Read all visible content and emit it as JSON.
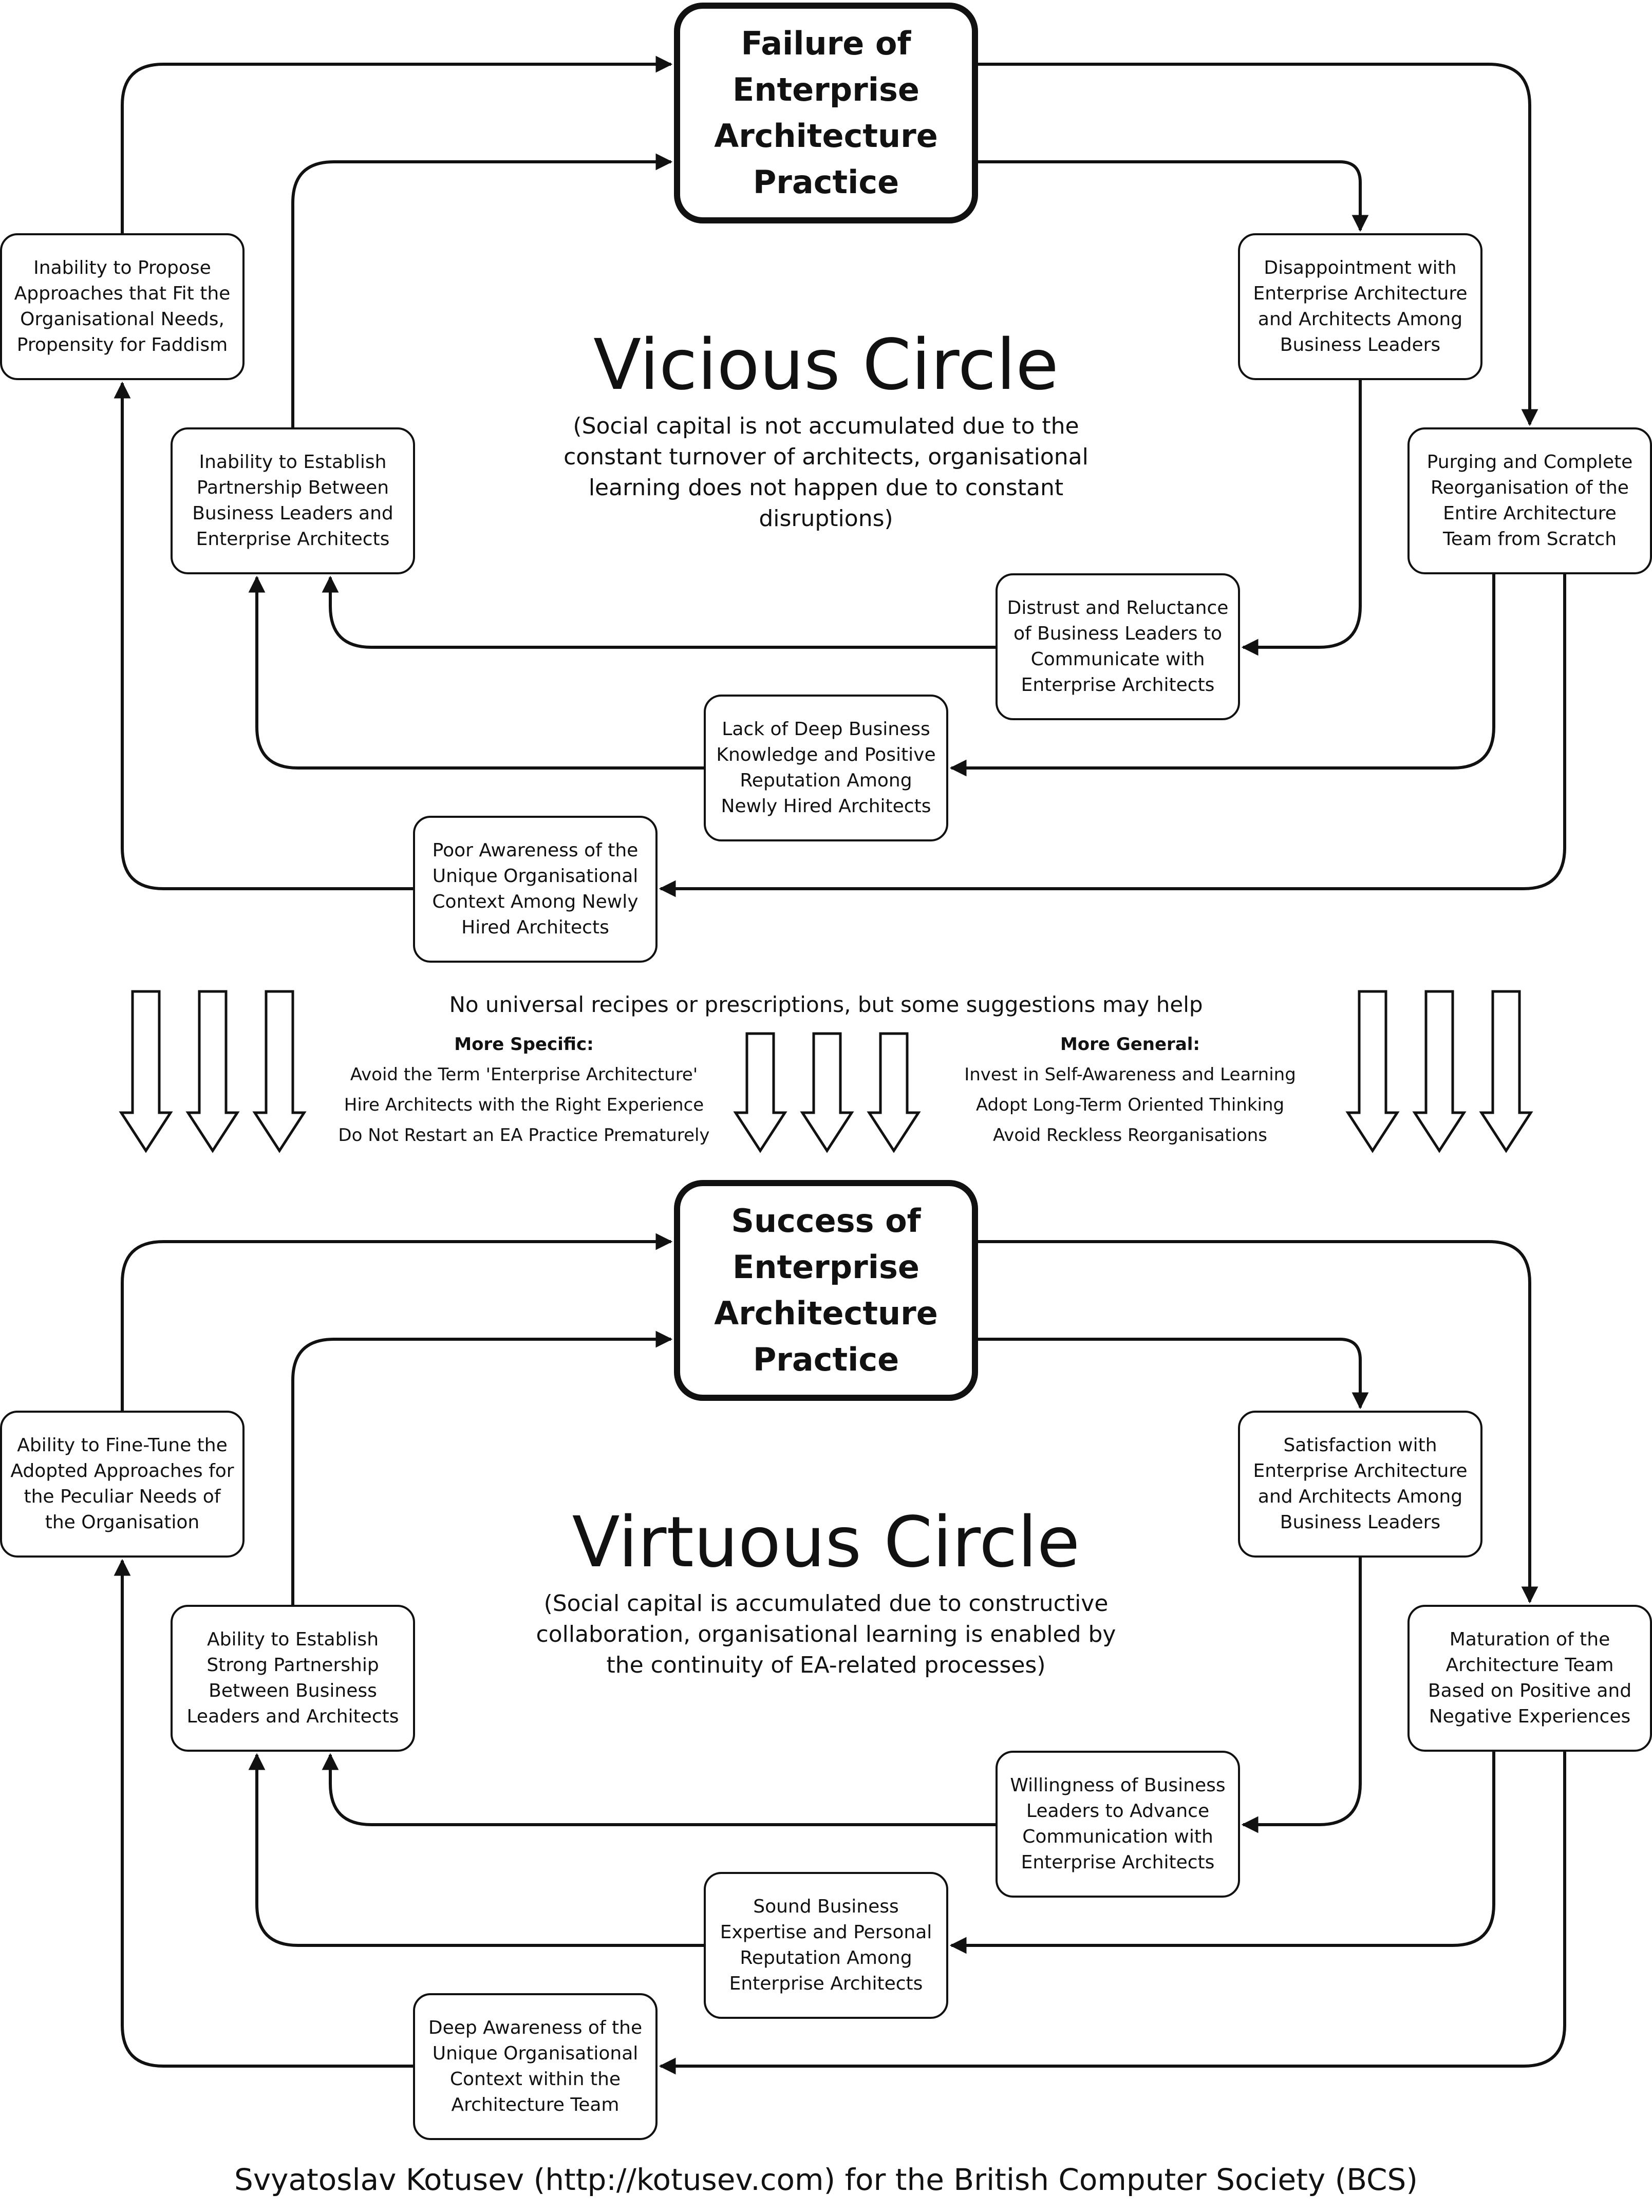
{
  "vicious": {
    "main": "Failure of Enterprise Architecture Practice",
    "title": "Vicious Circle",
    "subtitle": "(Social capital is not accumulated due to the constant turnover of architects, organisational learning does not happen due to constant disruptions)",
    "boxes": {
      "propose": "Inability to Propose Approaches that Fit the Organisational Needs, Propensity for Faddism",
      "disappointment": "Disappointment with Enterprise Architecture and Architects Among Business Leaders",
      "partnership": "Inability to Establish Partnership Between Business Leaders and Enterprise Architects",
      "purging": "Purging and Complete Reorganisation of the Entire Architecture Team from Scratch",
      "distrust": "Distrust and Reluctance of Business Leaders to Communicate with Enterprise Architects",
      "knowledge": "Lack of Deep Business Knowledge and Positive Reputation Among Newly Hired Architects",
      "awareness": "Poor Awareness of the Unique Organisational Context Among Newly Hired Architects"
    }
  },
  "middle": {
    "headline": "No universal recipes or prescriptions, but some suggestions may help",
    "specific_title": "More Specific:",
    "specific": [
      "Avoid the Term 'Enterprise Architecture'",
      "Hire Architects with the Right Experience",
      "Do Not Restart an EA Practice Prematurely"
    ],
    "general_title": "More General:",
    "general": [
      "Invest in Self-Awareness and Learning",
      "Adopt Long-Term Oriented Thinking",
      "Avoid Reckless Reorganisations"
    ]
  },
  "virtuous": {
    "main": "Success of Enterprise Architecture Practice",
    "title": "Virtuous Circle",
    "subtitle": "(Social capital is accumulated due to constructive collaboration, organisational learning is enabled by the continuity of EA-related processes)",
    "boxes": {
      "propose": "Ability to Fine-Tune the Adopted Approaches for the Peculiar Needs of the Organisation",
      "disappointment": "Satisfaction with Enterprise Architecture and Architects Among Business Leaders",
      "partnership": "Ability to Establish Strong Partnership Between Business Leaders and Architects",
      "purging": "Maturation of the Architecture Team Based on Positive and Negative Experiences",
      "distrust": "Willingness of Business Leaders to Advance Communication with Enterprise Architects",
      "knowledge": "Sound Business Expertise and Personal Reputation Among Enterprise Architects",
      "awareness": "Deep Awareness of the Unique Organisational Context within the Architecture Team"
    }
  },
  "footer": "Svyatoslav Kotusev (http://kotusev.com) for the British Computer Society (BCS)"
}
